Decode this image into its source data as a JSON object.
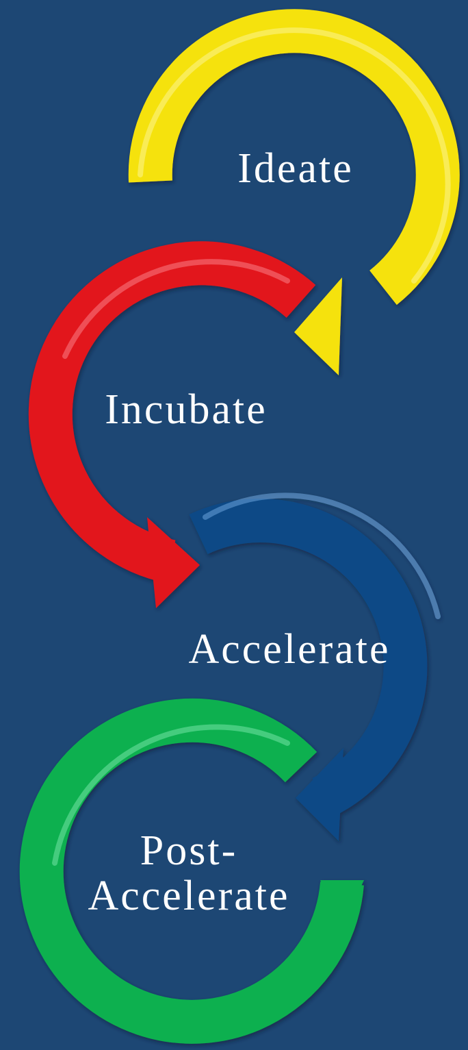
{
  "diagram": {
    "background_color": "#1d4774",
    "stages": [
      {
        "label_lines": [
          "Ideate"
        ],
        "color": "#f5e20f",
        "highlight": "#fff9b0"
      },
      {
        "label_lines": [
          "Incubate"
        ],
        "color": "#e2141c",
        "highlight": "#ff9aa0"
      },
      {
        "label_lines": [
          "Accelerate"
        ],
        "color": "#0c4a86",
        "highlight": "#7fb6ef"
      },
      {
        "label_lines": [
          "Post-",
          "Accelerate"
        ],
        "color": "#0bb04f",
        "highlight": "#8cf0b8"
      }
    ]
  }
}
